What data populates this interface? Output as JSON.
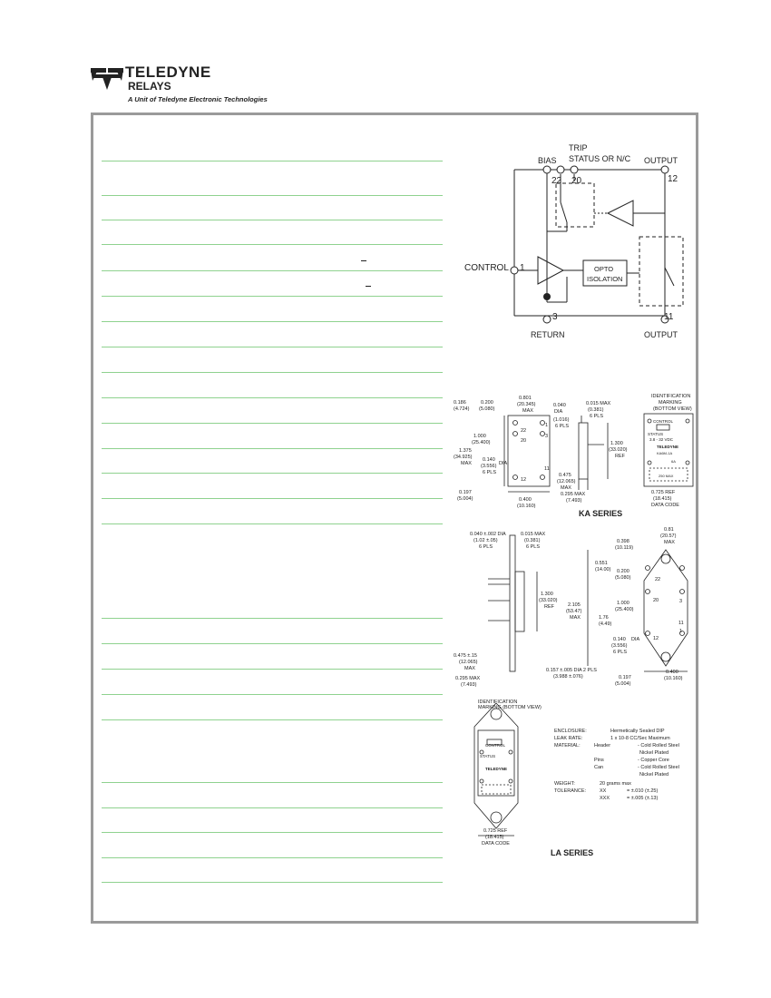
{
  "header": {
    "brand": "TELEDYNE",
    "sub_brand": "RELAYS",
    "tagline": "A Unit of Teledyne Electronic Technologies"
  },
  "schematic": {
    "labels": {
      "trip": "TRIP",
      "status": "STATUS OR N/C",
      "bias": "BIAS",
      "output_top": "OUTPUT",
      "control": "CONTROL",
      "opto_1": "OPTO",
      "opto_2": "ISOLATION",
      "return": "RETURN",
      "output_bottom": "OUTPUT"
    },
    "pins": {
      "p22": "22",
      "p20": "20",
      "p12": "12",
      "p1": "1",
      "p3": "3",
      "p11": "11"
    }
  },
  "ka": {
    "series_label": "KA SERIES",
    "dims": {
      "d186": "0.186",
      "d186m": "(4.724)",
      "d200": "0.200",
      "d200m": "(5.080)",
      "d801": "0.801",
      "d801m": "(20.345)",
      "d801x": "MAX",
      "d1000": "1.000",
      "d1000m": "(25.400)",
      "d1375": "1.375",
      "d1375m": "(34.925)",
      "d1375x": "MAX",
      "d140": "0.140",
      "d140m": "(3.556)",
      "d140x": "6 PLS",
      "dia": "DIA",
      "d197": "0.197",
      "d197m": "(5.004)",
      "d400": "0.400",
      "d400m": "(10.160)",
      "s040": "0.040",
      "sdia": "DIA",
      "s015": "0.015 MAX",
      "s015m": "(0.381)",
      "s015x": "6 PLS",
      "s1016": "(1.016)",
      "s1016x": "6 PLS",
      "s1300": "1.300",
      "s1300m": "(33.020)",
      "s1300x": "REF",
      "s475": "0.475",
      "s475m": "(12.065)",
      "s475x": "MAX",
      "s295": "0.295 MAX",
      "s295m": "(7.493)",
      "id1": "IDENTIFICATION",
      "id2": "MARKING",
      "id3": "(BOTTOM VIEW)",
      "m_control": "CONTROL",
      "m_status": "STATUS",
      "m_volt": "3.8 - 32 VDC",
      "m_brand": "TELEDYNE",
      "m_part": "KA6M-1A",
      "m_amp": "6A",
      "m_out": "250 MAX",
      "r725": "0.725 REF",
      "r725m": "(18.415)",
      "rdc": "DATA CODE"
    },
    "pins": {
      "p22": "22",
      "p1": "1",
      "p20": "20",
      "p3": "3",
      "p11": "11",
      "p12": "12"
    }
  },
  "la": {
    "series_label": "LA SERIES",
    "side": {
      "d040": "0.040 ±.002 DIA",
      "d040m": "(1.02 ±.05)",
      "d040x": "6 PLS",
      "d015": "0.015 MAX",
      "d015m": "(0.381)",
      "d015x": "6 PLS",
      "d1300": "1.300",
      "d1300m": "(33.020)",
      "d1300x": "REF",
      "d475": "0.475 ±.15",
      "d475m": "(12.065)",
      "d475x": "MAX",
      "d295": "0.295 MAX",
      "d295m": "(7.493)"
    },
    "front": {
      "d81": "0.81",
      "d81m": "(20.57)",
      "d81x": "MAX",
      "d398": "0.398",
      "d398m": "(10.119)",
      "d551": "0.551",
      "d551m": "(14.00)",
      "d200": "0.200",
      "d200m": "(5.080)",
      "d2105": "2.105",
      "d2105m": "(53.47)",
      "d2105x": "MAX",
      "d1000": "1.000",
      "d1000m": "(25.400)",
      "d176": "1.76",
      "d176m": "(4.49)",
      "d140": "0.140",
      "d140m": "(3.556)",
      "d140x": "6 PLS",
      "dia": "DIA",
      "d157": "0.157 ±.005 DIA 2 PLS",
      "d157m": "(3.988 ±.076)",
      "d197": "0.197",
      "d197m": "(5.004)",
      "d400": "0.400",
      "d400m": "(10.160)",
      "p22": "22",
      "p20": "20",
      "p3": "3",
      "p11": "11",
      "p12": "12",
      "p1": "1"
    },
    "marking": {
      "id1": "IDENTIFICATION",
      "id2": "MARKING (BOTTOM VIEW)",
      "m_control": "CONTROL",
      "m_status": "STATUS",
      "m_brand": "TELEDYNE",
      "r725": "0.725 REF",
      "r725m": "(18.415)",
      "rdc": "DATA CODE"
    },
    "specs": [
      {
        "key": "ENCLOSURE:",
        "sub": "",
        "value": "Hermetically Sealed DIP"
      },
      {
        "key": "LEAK RATE:",
        "sub": "",
        "value": "1 x 10-8 CC/Sec Maximum"
      },
      {
        "key": "MATERIAL:",
        "sub": "Header",
        "value": "- Cold Rolled Steel"
      },
      {
        "key": "",
        "sub": "",
        "value": "Nickel Plated"
      },
      {
        "key": "",
        "sub": "Pins",
        "value": "- Copper Core"
      },
      {
        "key": "",
        "sub": "Can",
        "value": "- Cold Rolled Steel"
      },
      {
        "key": "",
        "sub": "",
        "value": "Nickel Plated"
      },
      {
        "key": "WEIGHT:",
        "sub": "",
        "value": "20 grams max"
      },
      {
        "key": "TOLERANCE:",
        "sub": "XX",
        "value": "= ±.010 (±.25)"
      },
      {
        "key": "",
        "sub": "XXX",
        "value": "= ±.005 (±.13)"
      }
    ]
  },
  "colors": {
    "rule": "#8fd28f",
    "frame": "#9a9a9a",
    "ink": "#222222"
  }
}
